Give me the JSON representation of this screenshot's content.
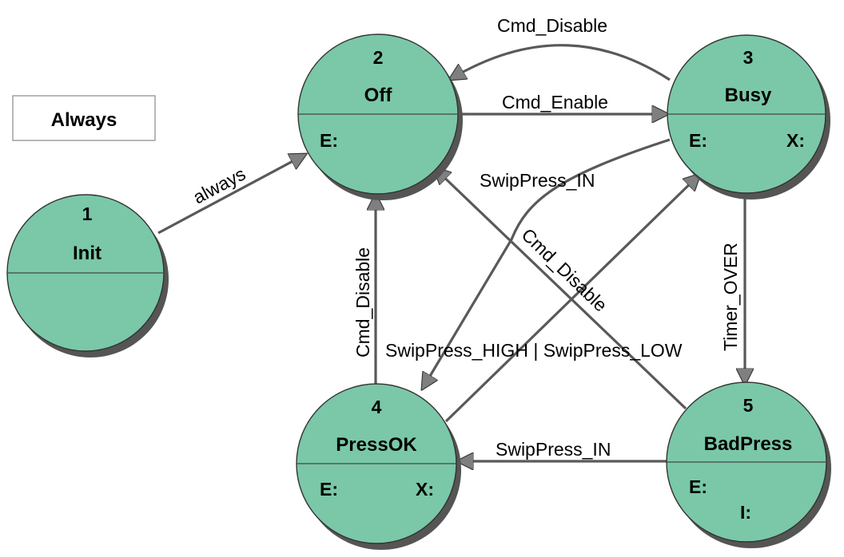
{
  "note": {
    "label": "Always"
  },
  "states": [
    {
      "number": "1",
      "name": "Init",
      "actions": []
    },
    {
      "number": "2",
      "name": "Off",
      "actions": [
        "E:"
      ]
    },
    {
      "number": "3",
      "name": "Busy",
      "actions": [
        "E:",
        "X:"
      ]
    },
    {
      "number": "4",
      "name": "PressOK",
      "actions": [
        "E:",
        "X:"
      ]
    },
    {
      "number": "5",
      "name": "BadPress",
      "actions": [
        "E:",
        "I:"
      ]
    }
  ],
  "transitions": [
    {
      "from": "1",
      "to": "2",
      "label": "always"
    },
    {
      "from": "3",
      "to": "2",
      "label": "Cmd_Disable"
    },
    {
      "from": "2",
      "to": "3",
      "label": "Cmd_Enable"
    },
    {
      "from": "3",
      "to": "4",
      "label": "SwipPress_IN"
    },
    {
      "from": "5",
      "to": "2",
      "label": "Cmd_Disable"
    },
    {
      "from": "4",
      "to": "2",
      "label": "Cmd_Disable"
    },
    {
      "from": "4",
      "to": "3",
      "label": "SwipPress_HIGH | SwipPress_LOW"
    },
    {
      "from": "3",
      "to": "5",
      "label": "Timer_OVER"
    },
    {
      "from": "5",
      "to": "4",
      "label": "SwipPress_IN"
    }
  ],
  "colors": {
    "state_fill": "#7ac8a8",
    "edge": "#595959",
    "shadow": "#555555"
  }
}
